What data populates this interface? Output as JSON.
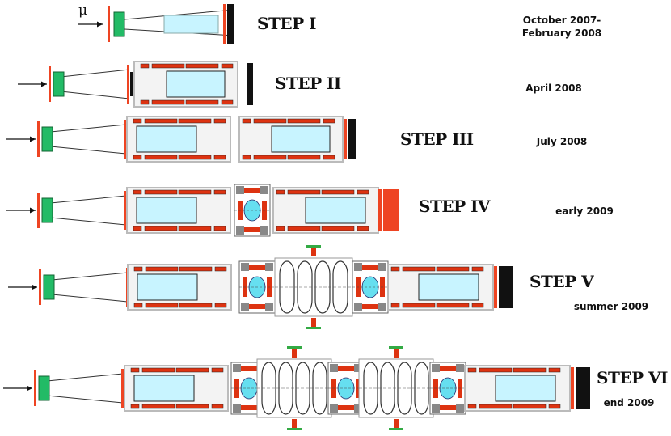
{
  "beam_symbol": "μ",
  "steps": [
    {
      "label": "STEP I",
      "date_lines": [
        "October 2007-",
        "February 2008"
      ]
    },
    {
      "label": "STEP II",
      "date_lines": [
        "April 2008"
      ]
    },
    {
      "label": "STEP III",
      "date_lines": [
        "July 2008"
      ]
    },
    {
      "label": "STEP IV",
      "date_lines": [
        "early 2009"
      ]
    },
    {
      "label": "STEP V",
      "date_lines": [
        "summer 2009"
      ]
    },
    {
      "label": "STEP VI",
      "date_lines": [
        "end 2009"
      ]
    }
  ],
  "colors": {
    "absorber_red": "#ee4422",
    "diffuser_black": "#111111",
    "detector_green": "#22bb66",
    "solenoid_cyan": "#c8f4ff",
    "frame_gray": "#bbbbbb",
    "coil_red": "#dd3311",
    "focus_cyan": "#66dff0",
    "rf_green": "#33aa44"
  }
}
